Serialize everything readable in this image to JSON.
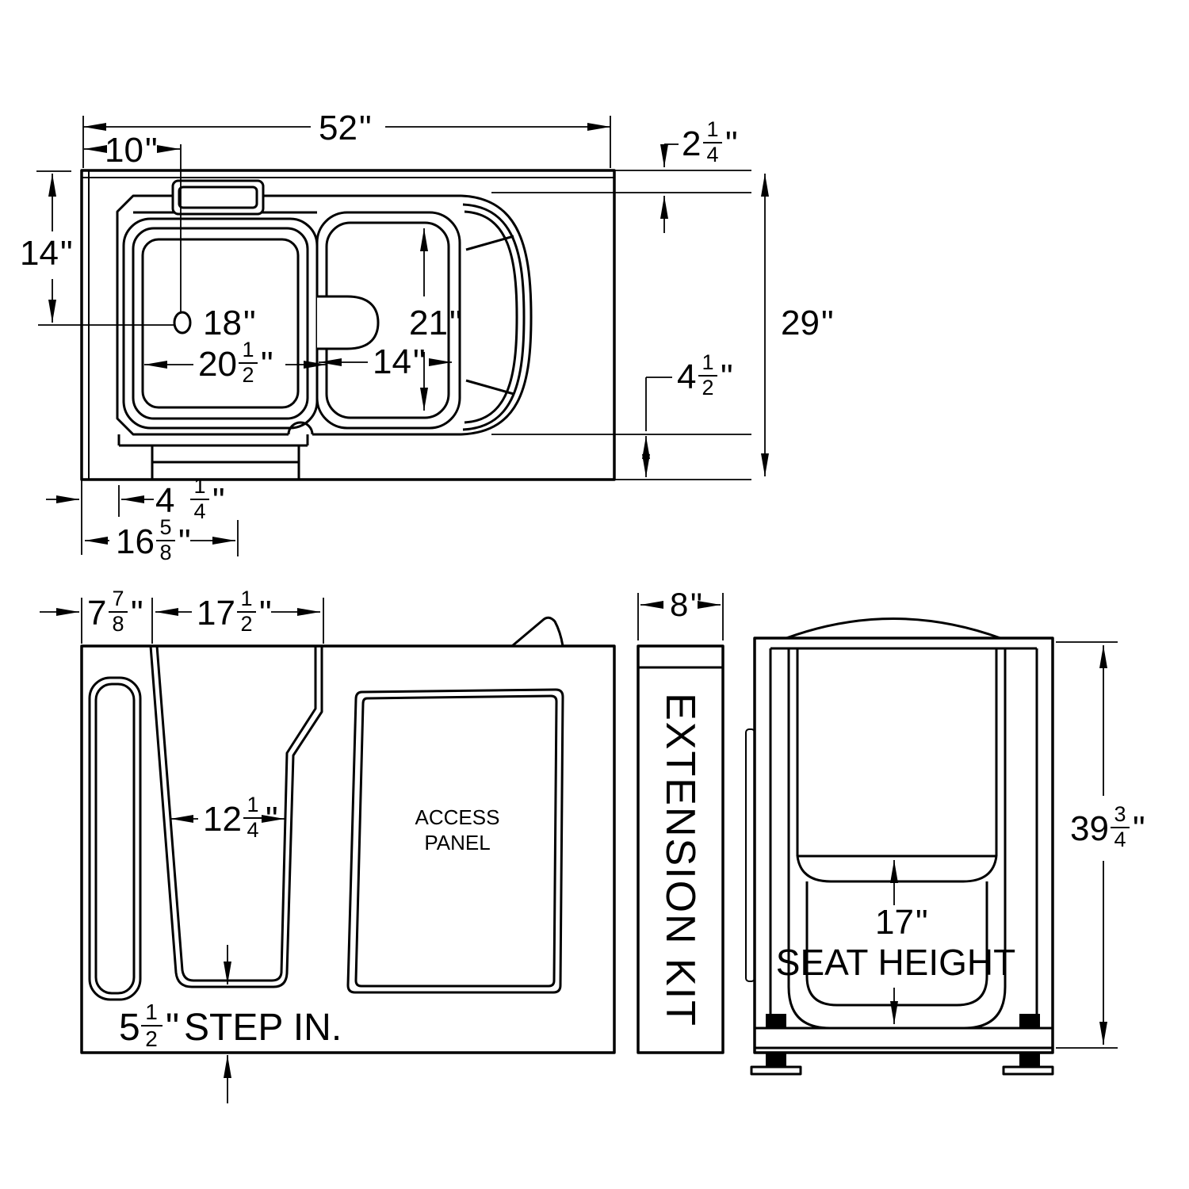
{
  "dims": {
    "overall_length": {
      "whole": "52",
      "unit": "\""
    },
    "faucet_offset": {
      "whole": "10",
      "unit": "\""
    },
    "side_depth": {
      "whole": "14",
      "unit": "\""
    },
    "drain": {
      "whole": "18",
      "unit": "\""
    },
    "well_width": {
      "whole": "20",
      "num": "1",
      "den": "2",
      "unit": "\""
    },
    "seat_depth": {
      "whole": "21",
      "unit": "\""
    },
    "seat_width": {
      "whole": "14",
      "unit": "\""
    },
    "rim_top": {
      "whole": "2",
      "num": "1",
      "den": "4",
      "unit": "\""
    },
    "overall_width": {
      "whole": "29",
      "unit": "\""
    },
    "rim_bottom": {
      "whole": "4",
      "num": "1",
      "den": "2",
      "unit": "\""
    },
    "apron_inset": {
      "whole": "4",
      "num": "1",
      "den": "4",
      "unit": "\""
    },
    "threshold": {
      "whole": "16",
      "num": "5",
      "den": "8",
      "unit": "\""
    },
    "front_panel": {
      "whole": "7",
      "num": "7",
      "den": "8",
      "unit": "\""
    },
    "door_top": {
      "whole": "17",
      "num": "1",
      "den": "2",
      "unit": "\""
    },
    "door_bottom": {
      "whole": "12",
      "num": "1",
      "den": "4",
      "unit": "\""
    },
    "step_in": {
      "whole": "5",
      "num": "1",
      "den": "2",
      "unit": "\""
    },
    "ext_width": {
      "whole": "8",
      "unit": "\""
    },
    "overall_height": {
      "whole": "39",
      "num": "3",
      "den": "4",
      "unit": "\""
    },
    "seat_height": {
      "whole": "17",
      "unit": "\""
    }
  },
  "labels": {
    "step_in": "STEP IN.",
    "access_1": "ACCESS",
    "access_2": "PANEL",
    "extension_kit": "EXTENSION KIT",
    "seat_height": "SEAT HEIGHT"
  },
  "colors": {
    "line": "#000000",
    "background": "#ffffff"
  }
}
